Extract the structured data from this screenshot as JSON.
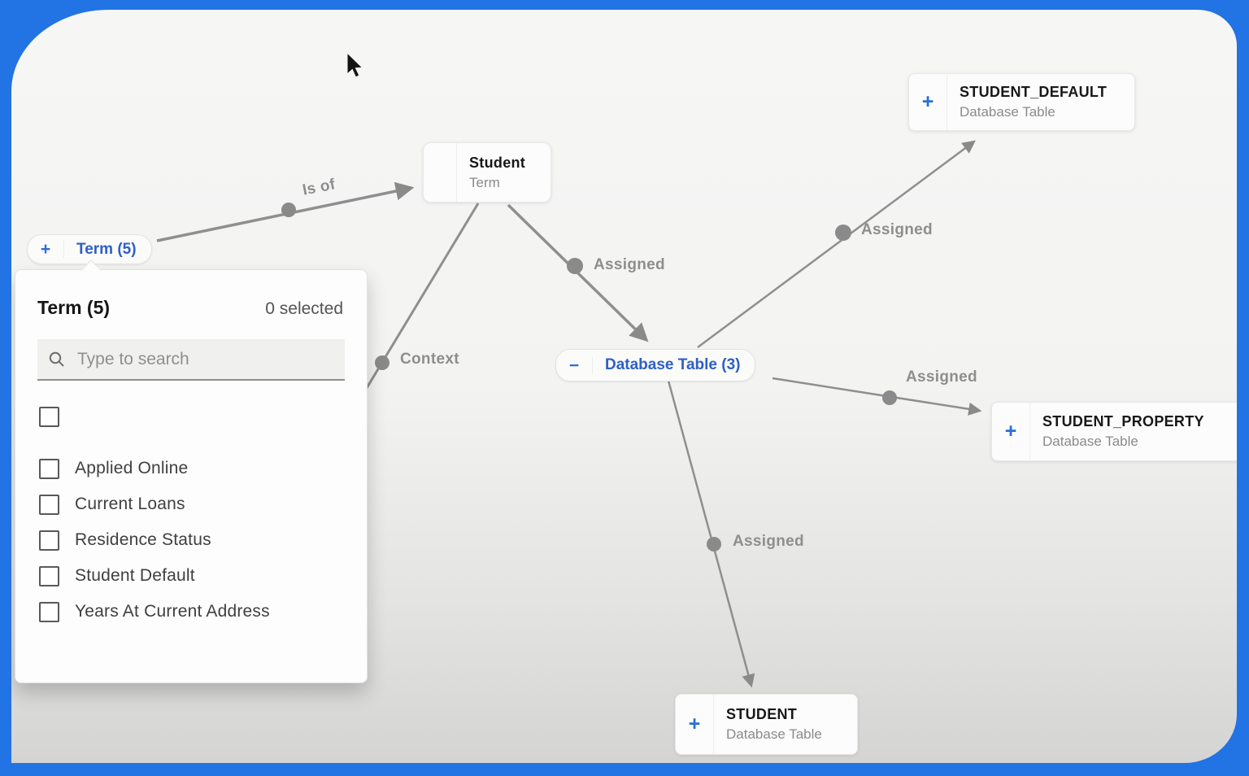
{
  "colors": {
    "frame": "#2273e3",
    "accent_text": "#2e5fc6",
    "accent_icon": "#2a6fd6",
    "edge": "#8f8f8f",
    "edge_label": "#8e8e8e"
  },
  "graph": {
    "nodes": {
      "term_group": {
        "label": "Term (5)",
        "action_glyph": "+"
      },
      "database_table_group": {
        "label": "Database Table (3)",
        "action_glyph": "−"
      },
      "student_term": {
        "title": "Student",
        "subtitle": "Term"
      },
      "student_default": {
        "title": "STUDENT_DEFAULT",
        "subtitle": "Database Table",
        "action_glyph": "+"
      },
      "student_property": {
        "title": "STUDENT_PROPERTY",
        "subtitle": "Database Table",
        "action_glyph": "+"
      },
      "student": {
        "title": "STUDENT",
        "subtitle": "Database Table",
        "action_glyph": "+"
      }
    },
    "edges": [
      {
        "label": "Is of"
      },
      {
        "label": "Assigned"
      },
      {
        "label": "Context"
      },
      {
        "label": "Assigned"
      },
      {
        "label": "Assigned"
      },
      {
        "label": "Assigned"
      }
    ]
  },
  "panel": {
    "title": "Term (5)",
    "selection_status": "0 selected",
    "search_placeholder": "Type to search",
    "items": [
      {
        "label": "",
        "checked": false
      },
      {
        "label": "Applied Online",
        "checked": false
      },
      {
        "label": "Current Loans",
        "checked": false
      },
      {
        "label": "Residence Status",
        "checked": false
      },
      {
        "label": "Student Default",
        "checked": false
      },
      {
        "label": "Years At Current Address",
        "checked": false
      }
    ]
  }
}
